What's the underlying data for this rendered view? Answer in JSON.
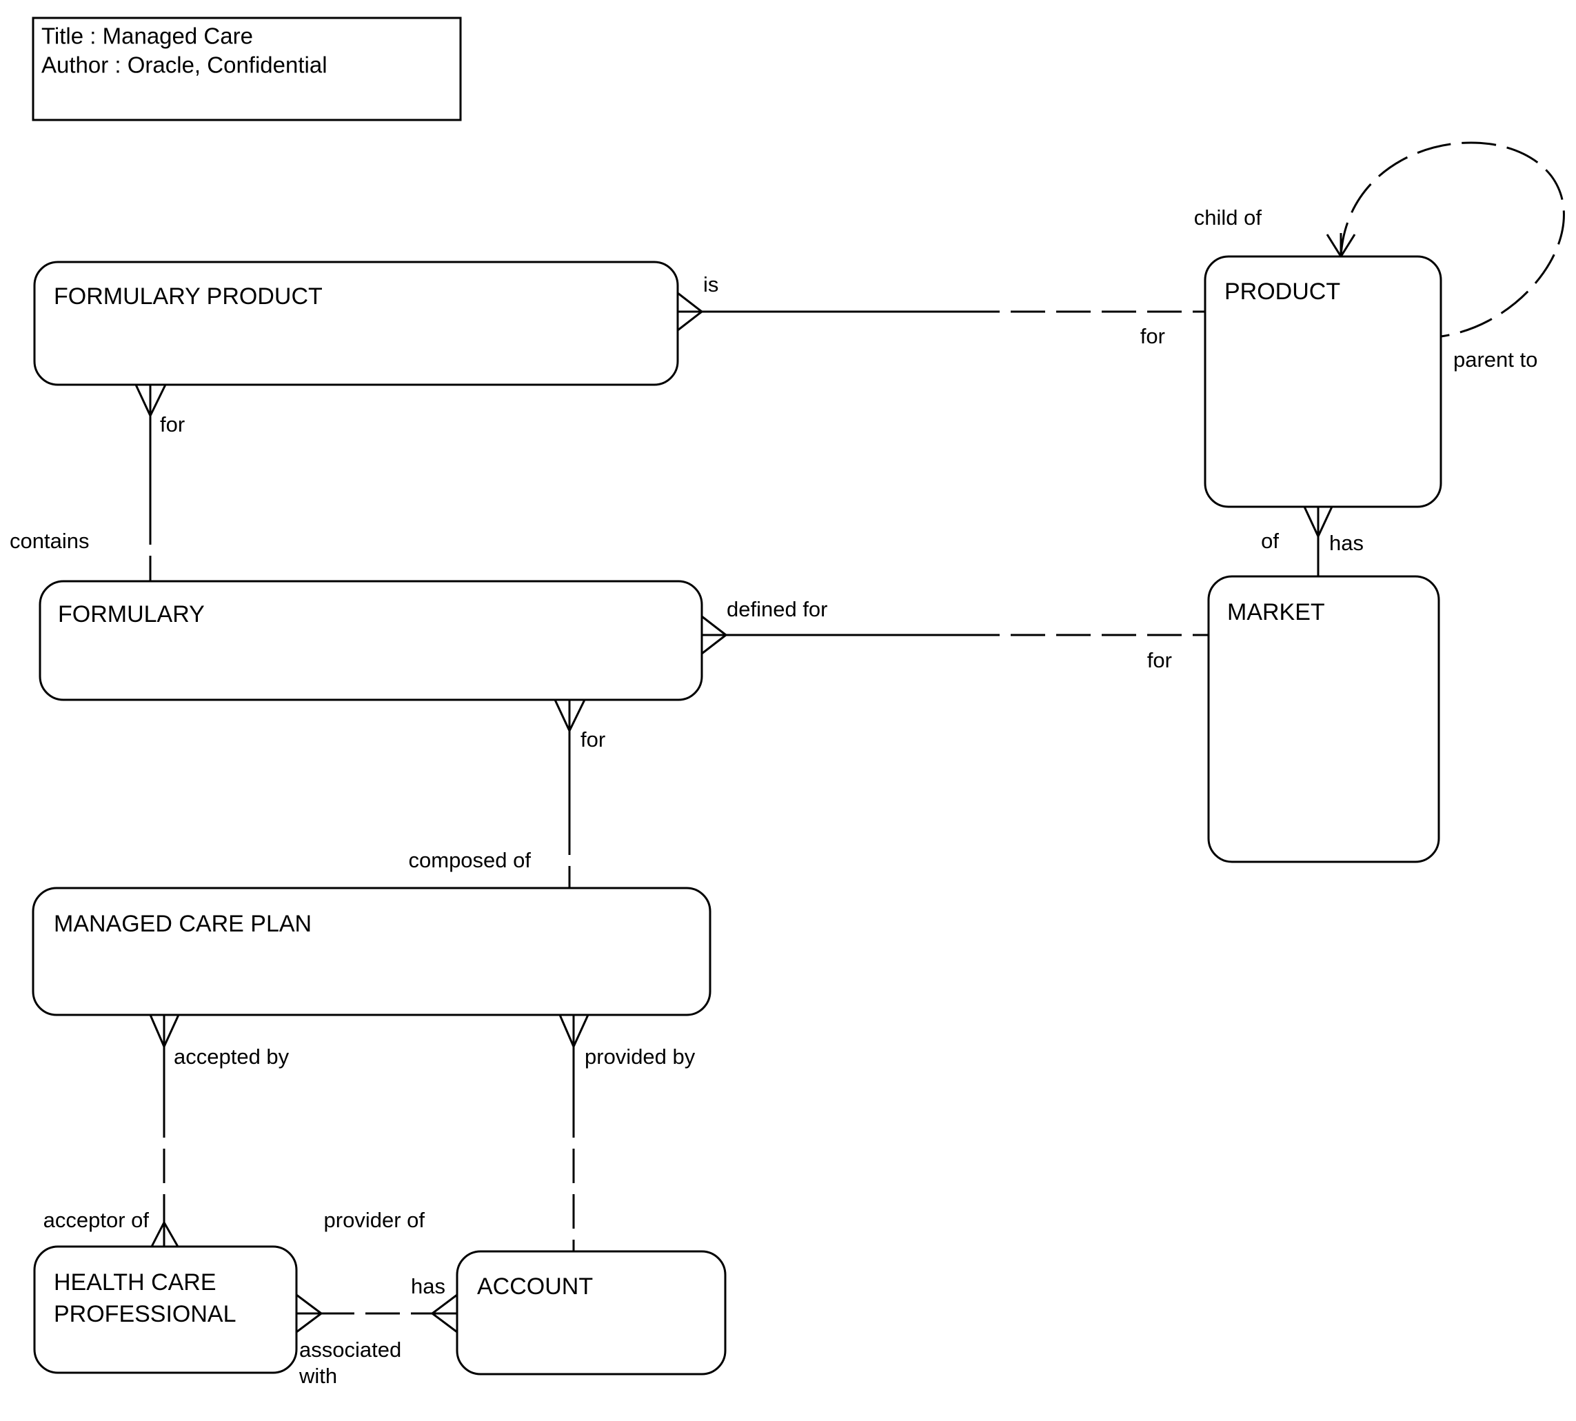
{
  "diagram": {
    "kind": "entity-relationship-diagram",
    "notation": "barker",
    "background_color": "#ffffff",
    "line_color": "#000000"
  },
  "title_block": {
    "line1": "Title : Managed Care",
    "line2": "Author : Oracle, Confidential"
  },
  "entities": [
    {
      "id": "formulary_product",
      "label": "FORMULARY PRODUCT"
    },
    {
      "id": "product",
      "label": "PRODUCT"
    },
    {
      "id": "formulary",
      "label": "FORMULARY"
    },
    {
      "id": "market",
      "label": "MARKET"
    },
    {
      "id": "managed_care_plan",
      "label": "MANAGED CARE PLAN"
    },
    {
      "id": "health_care_professional",
      "label": "HEALTH CARE PROFESSIONAL",
      "line1": "HEALTH CARE",
      "line2": "PROFESSIONAL"
    },
    {
      "id": "account",
      "label": "ACCOUNT"
    }
  ],
  "relationship_labels": {
    "product_child_of": "child of",
    "product_parent_to": "parent to",
    "formulary_product_is": "is",
    "product_for": "for",
    "formulary_product_for": "for",
    "formulary_contains": "contains",
    "formulary_defined_for": "defined for",
    "market_for": "for",
    "market_of": "of",
    "product_has": "has",
    "formulary_for": "for",
    "plan_composed_of": "composed of",
    "plan_accepted_by": "accepted by",
    "plan_provided_by": "provided by",
    "hcp_acceptor_of": "acceptor of",
    "account_provider_of": "provider of",
    "account_has": "has",
    "hcp_associated_line1": "associated",
    "hcp_associated_line2": "with"
  }
}
